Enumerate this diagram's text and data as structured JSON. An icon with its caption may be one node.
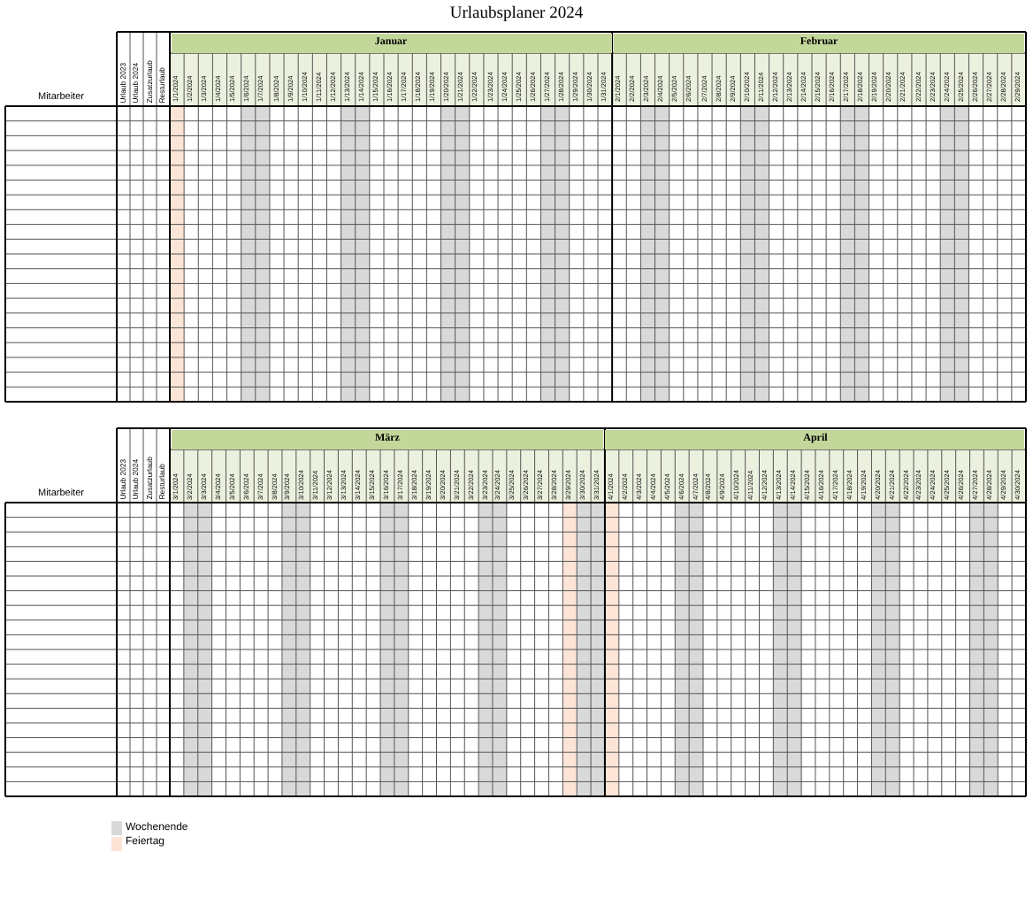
{
  "diagram": {
    "title": "Urlaubsplaner 2024",
    "labels": [
      "Mitarbeiter",
      "Urlaub 2023",
      "Urlaub 2024",
      "Zusatzurlaub",
      "Resturlaub",
      "Januar",
      "Februar",
      "1/1/2024",
      "1/2/2024",
      "1/3/2024",
      "1/4/2024",
      "1/5/2024",
      "1/6/2024",
      "1/7/2024",
      "1/8/2024",
      "1/9/2024",
      "1/10/2024",
      "1/11/2024",
      "1/12/2024",
      "1/13/2024",
      "1/14/2024",
      "1/15/2024",
      "1/16/2024",
      "1/17/2024",
      "1/18/2024",
      "1/19/2024",
      "1/20/2024",
      "1/21/2024",
      "1/22/2024",
      "1/23/2024",
      "1/24/2024",
      "1/25/2024",
      "1/26/2024",
      "1/27/2024",
      "1/28/2024",
      "1/29/2024",
      "1/30/2024",
      "1/31/2024",
      "2/1/2024",
      "2/2/2024",
      "2/3/2024",
      "2/4/2024",
      "2/5/2024",
      "2/6/2024",
      "2/7/2024",
      "2/8/2024",
      "2/9/2024",
      "2/10/2024",
      "2/11/2024",
      "2/12/2024",
      "2/13/2024",
      "2/14/2024",
      "2/15/2024",
      "2/16/2024",
      "2/17/2024",
      "2/18/2024",
      "2/19/2024",
      "2/20/2024",
      "2/21/2024",
      "2/22/2024",
      "2/23/2024",
      "2/24/2024",
      "2/25/2024",
      "2/26/2024",
      "2/27/2024",
      "2/28/2024",
      "2/29/2024",
      "Mitarbeiter",
      "Urlaub 2023",
      "Urlaub 2024",
      "Zusatzurlaub",
      "Resturlaub",
      "März",
      "April",
      "3/1/2024",
      "3/2/2024",
      "3/3/2024",
      "3/4/2024",
      "3/5/2024",
      "3/6/2024",
      "3/7/2024",
      "3/8/2024",
      "3/9/2024",
      "3/10/2024",
      "3/11/2024",
      "3/12/2024",
      "3/13/2024",
      "3/14/2024",
      "3/15/2024",
      "3/16/2024",
      "3/17/2024",
      "3/18/2024",
      "3/19/2024",
      "3/20/2024",
      "3/21/2024",
      "3/22/2024",
      "3/23/2024",
      "3/24/2024",
      "3/25/2024",
      "3/26/2024",
      "3/27/2024",
      "3/28/2024",
      "3/29/2024",
      "3/30/2024",
      "3/31/2024",
      "4/1/2024",
      "4/2/2024",
      "4/3/2024",
      "4/4/2024",
      "4/5/2024",
      "4/6/2024",
      "4/7/2024",
      "4/8/2024",
      "4/9/2024",
      "4/10/2024",
      "4/11/2024",
      "4/12/2024",
      "4/13/2024",
      "4/14/2024",
      "4/15/2024",
      "4/16/2024",
      "4/17/2024",
      "4/18/2024",
      "4/19/2024",
      "4/20/2024",
      "4/21/2024",
      "4/22/2024",
      "4/23/2024",
      "4/24/2024",
      "4/25/2024",
      "4/26/2024",
      "4/27/2024",
      "4/28/2024",
      "4/29/2024",
      "4/30/2024"
    ],
    "legend": [
      {
        "text": "Wochenende",
        "color": "#d9d9d9"
      },
      {
        "text": "Feiertag",
        "color": "#fce4d6"
      }
    ]
  }
}
